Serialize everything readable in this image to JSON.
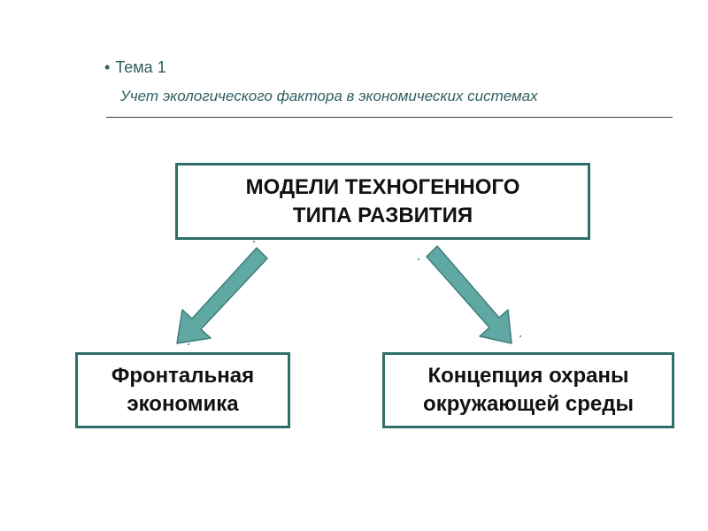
{
  "header": {
    "bullet_char": "•",
    "topic": "Тема 1",
    "subtitle": "Учет экологического фактора в экономических системах"
  },
  "diagram": {
    "root": "МОДЕЛИ ТЕХНОГЕННОГО\nТИПА РАЗВИТИЯ",
    "left_child": "Фронтальная\nэкономика",
    "right_child": "Концепция охраны\nокружающей среды"
  },
  "colors": {
    "accent_text": "#2f5f5f",
    "box_border": "#2f6f6a",
    "arrow_fill": "#5fa8a4",
    "arrow_stroke": "#3d7e7a"
  }
}
